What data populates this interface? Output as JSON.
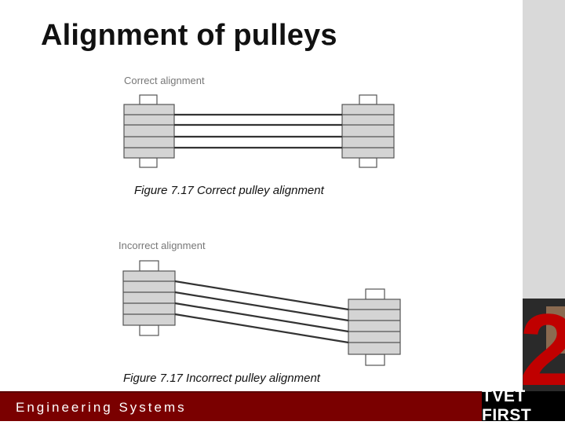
{
  "slide": {
    "title": "Alignment of pulleys"
  },
  "figures": {
    "correct": {
      "label": "Correct alignment",
      "caption": "Figure 7.17 Correct pulley alignment"
    },
    "incorrect": {
      "label": "Incorrect alignment",
      "caption": "Figure 7.17 Incorrect pulley alignment"
    }
  },
  "footer": {
    "text": "Engineering Systems"
  },
  "branding": {
    "logo_number": "2",
    "logo_text": "TVET FIRST"
  },
  "colors": {
    "footer_background": "#7a0000",
    "side_strip": "#d9d9d9",
    "logo_red": "#c00000",
    "pulley_fill": "#d4d4d4",
    "pulley_stroke": "#555555"
  }
}
